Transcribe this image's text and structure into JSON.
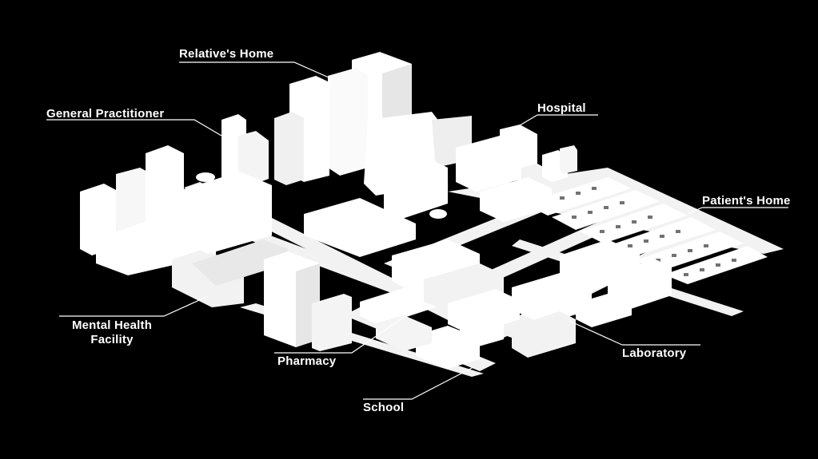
{
  "labels": {
    "relatives_home": "Relative's Home",
    "general_practitioner": "General Practitioner",
    "hospital": "Hospital",
    "patients_home": "Patient's Home",
    "mental_health_line1": "Mental Health",
    "mental_health_line2": "Facility",
    "pharmacy": "Pharmacy",
    "laboratory": "Laboratory",
    "school": "School"
  },
  "colors": {
    "background": "#000000",
    "buildings": "#ffffff",
    "shadow": "#d9d9d9",
    "text": "#ffffff"
  }
}
